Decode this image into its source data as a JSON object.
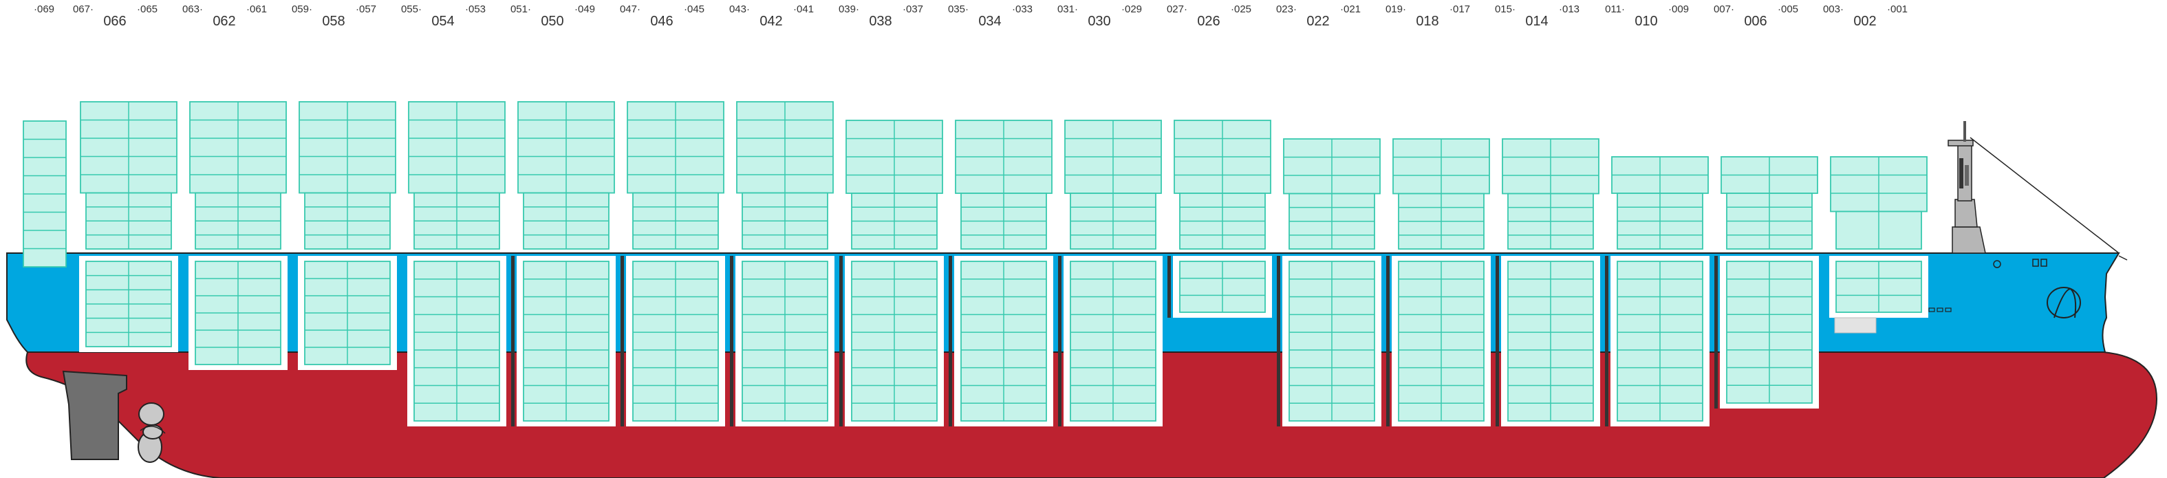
{
  "diagram": {
    "colors": {
      "hull_upper": "#00a7e0",
      "hull_lower": "#bd2230",
      "deck_cargo_fill": "#c6f3ea",
      "deck_cargo_line": "#37c9ae",
      "superstructure": "#b6b6b6",
      "rudder": "#6f6f6f",
      "propeller": "#c9c9c9",
      "outline": "#222222",
      "label": "#333333"
    },
    "bays": [
      {
        "main": "",
        "left": "",
        "right": "·069"
      },
      {
        "main": "066",
        "left": "067·",
        "right": "·065"
      },
      {
        "main": "062",
        "left": "063·",
        "right": "·061"
      },
      {
        "main": "058",
        "left": "059·",
        "right": "·057"
      },
      {
        "main": "054",
        "left": "055·",
        "right": "·053"
      },
      {
        "main": "050",
        "left": "051·",
        "right": "·049"
      },
      {
        "main": "046",
        "left": "047·",
        "right": "·045"
      },
      {
        "main": "042",
        "left": "043·",
        "right": "·041"
      },
      {
        "main": "038",
        "left": "039·",
        "right": "·037"
      },
      {
        "main": "034",
        "left": "035·",
        "right": "·033"
      },
      {
        "main": "030",
        "left": "031·",
        "right": "·029"
      },
      {
        "main": "026",
        "left": "027·",
        "right": "·025"
      },
      {
        "main": "022",
        "left": "023·",
        "right": "·021"
      },
      {
        "main": "018",
        "left": "019·",
        "right": "·017"
      },
      {
        "main": "014",
        "left": "015·",
        "right": "·013"
      },
      {
        "main": "010",
        "left": "011·",
        "right": "·009"
      },
      {
        "main": "006",
        "left": "007·",
        "right": "·005"
      },
      {
        "main": "002",
        "left": "003·",
        "right": "·001"
      }
    ]
  }
}
